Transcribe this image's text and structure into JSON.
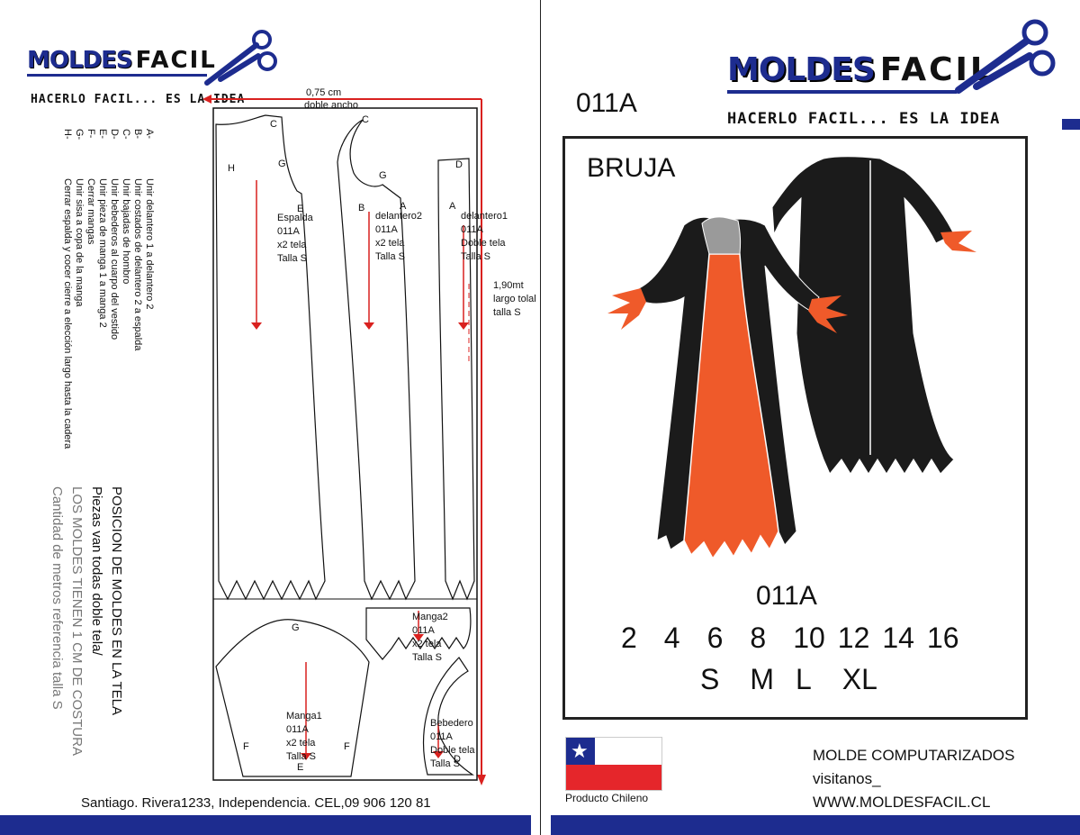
{
  "brand": {
    "logo_left": "MOLDES",
    "logo_right": "FACIL",
    "tagline": "HACERLO FACIL... ES LA IDEA"
  },
  "left_page": {
    "instruction_keys": [
      "A-",
      "B-",
      "C-",
      "D-",
      "E-",
      "F-",
      "G-",
      "H-"
    ],
    "instructions": [
      "Unir delantero 1 a delantero 2",
      "Unir costados de delantero 2 a espalda",
      "Unir bajadas de hombro",
      "Unir bebederos al cuarpo del vestido",
      "Unir pieza de manga 1 a manga 2",
      "Cerrar mangas",
      "Unir sisa a copa de la manga",
      "Cerrar espalda y cocer cierre a elección largo hasta la cadera"
    ],
    "position_title": "POSICION DE MOLDES EN LA TELA",
    "position_lines": [
      "Piezas van todas doble tela/",
      "LOS MOLDES TIENEN 1 CM DE COSTURA",
      "Cantidad de metros referencia talla S"
    ],
    "width_label": [
      "0,75 cm",
      "doble ancho"
    ],
    "length_label": [
      "1,90mt",
      "largo tolal",
      "talla S"
    ],
    "address": "Santiago. Rivera1233, Independencia. CEL,09 906 120 81",
    "pieces": {
      "espalda": [
        "Espalda",
        "011A",
        "x2 tela",
        "Talla S"
      ],
      "delantero2": [
        "delantero2",
        "011A",
        "x2 tela",
        "Talla S"
      ],
      "delantero1": [
        "delantero1",
        "011A",
        "Doble tela",
        "Talla S"
      ],
      "manga2": [
        "Manga2",
        "011A",
        "x2 tela",
        "Talla S"
      ],
      "manga1": [
        "Manga1",
        "011A",
        "x2 tela",
        "Talla S"
      ],
      "bebedero": [
        "Bebedero",
        "011A",
        "Doble tela",
        "Talla S"
      ]
    },
    "markers": {
      "h": "H",
      "g1": "G",
      "c1": "C",
      "e1": "E",
      "c2": "C",
      "g2": "G",
      "b": "B",
      "a1": "A",
      "d1": "D",
      "a2": "A",
      "g3": "G",
      "f1": "F",
      "f2": "F",
      "e2": "E",
      "d2": "D"
    }
  },
  "right_page": {
    "code": "011A",
    "title": "BRUJA",
    "code2": "011A",
    "sizes_numeric": [
      "2",
      "4",
      "6",
      "8",
      "10",
      "12",
      "14",
      "16"
    ],
    "sizes_letter": [
      "S",
      "M",
      "L",
      "XL"
    ],
    "flag_caption": "Producto Chileno",
    "footer_lines": [
      "MOLDE COMPUTARIZADOS",
      "visitanos_",
      "WWW.MOLDESFACIL.CL"
    ]
  },
  "colors": {
    "brand_blue": "#1d2c8f",
    "red": "#d9211f",
    "orange": "#ef5a2a",
    "dress_black": "#1b1b1b"
  }
}
